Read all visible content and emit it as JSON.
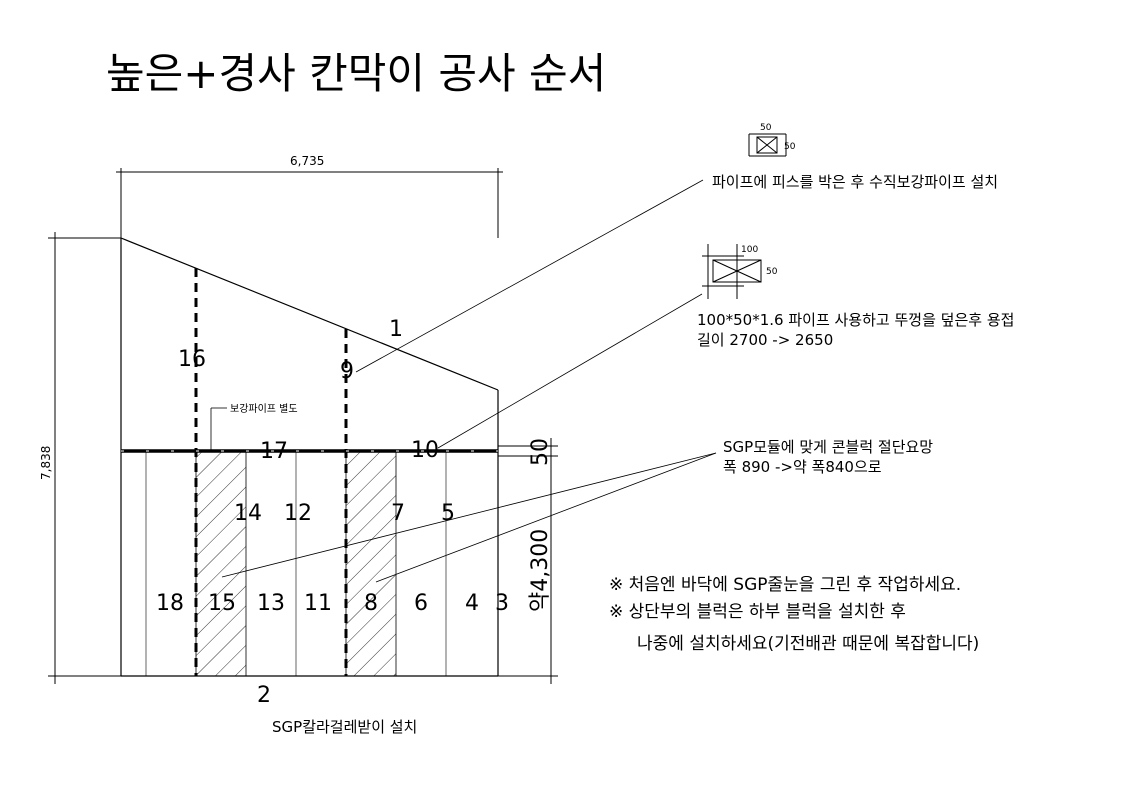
{
  "title": "높은+경사 칸막이 공사 순서",
  "dimensions": {
    "width": "6,735",
    "height": "7,838",
    "lower_height": "약4,300",
    "top_band": "50"
  },
  "panel_numbers": {
    "n1": "1",
    "n2": "2",
    "n3": "3",
    "n4": "4",
    "n5": "5",
    "n6": "6",
    "n7": "7",
    "n8": "8",
    "n9": "9",
    "n10": "10",
    "n11": "11",
    "n12": "12",
    "n13": "13",
    "n14": "14",
    "n15": "15",
    "n16": "16",
    "n17": "17",
    "n18": "18"
  },
  "labels": {
    "reinforce_pipe_separate": "보강파이프 별도",
    "bottom_caption": "SGP칼라걸레받이 설치"
  },
  "callouts": {
    "pipe_small_top": "50",
    "pipe_small_side": "50",
    "pipe_small_note": "파이프에 피스를 박은 후 수직보강파이프 설치",
    "pipe_large_top": "100",
    "pipe_large_side": "50",
    "pipe_large_line1": "100*50*1.6 파이프 사용하고 뚜껑을 덮은후 용접",
    "pipe_large_line2": "길이 2700 -> 2650",
    "sgp_line1": "SGP모듈에 맞게 콘블럭 절단요망",
    "sgp_line2": "폭 890 ->약 폭840으로"
  },
  "notes": {
    "line1": "※ 처음엔 바닥에 SGP줄눈을 그린 후 작업하세요.",
    "line2": "※ 상단부의 블럭은 하부 블럭을 설치한 후",
    "line3": "나중에 설치하세요(기전배관 때문에 복잡합니다)"
  },
  "colors": {
    "line": "#000000",
    "background": "#ffffff"
  }
}
